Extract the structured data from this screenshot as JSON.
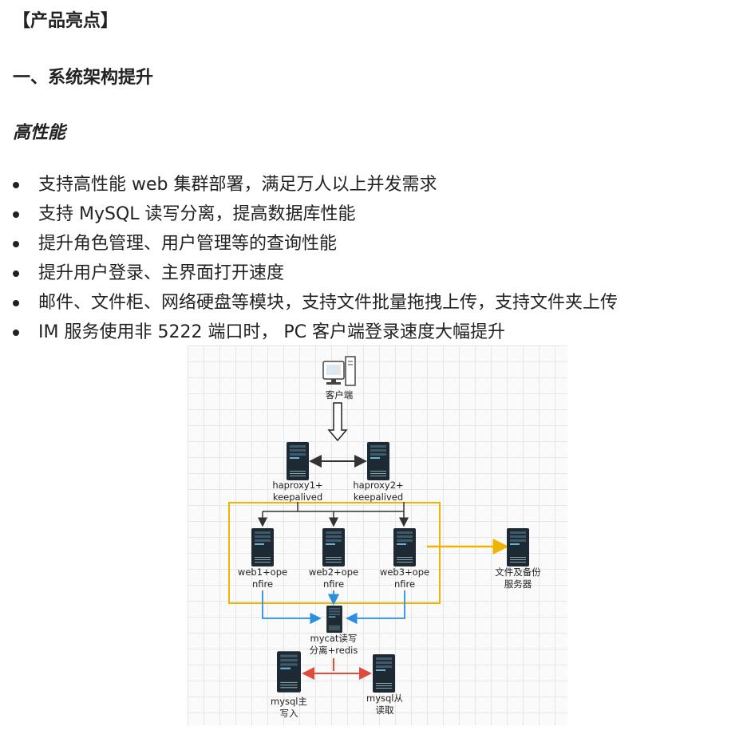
{
  "headings": {
    "bracket": "【产品亮点】",
    "section": "一、系统架构提升",
    "sub": "高性能"
  },
  "bullets": [
    "支持高性能 web 集群部署，满足万人以上并发需求",
    "支持 MySQL 读写分离，提高数据库性能",
    "提升角色管理、用户管理等的查询性能",
    "提升用户登录、主界面打开速度",
    "邮件、文件柜、网络硬盘等模块，支持文件批量拖拽上传，支持文件夹上传",
    "IM 服务使用非 5222 端口时， PC 客户端登录速度大幅提升"
  ],
  "diagram": {
    "client": "客户端",
    "haproxy1": [
      "haproxy1+",
      "keepalived"
    ],
    "haproxy2": [
      "haproxy2+",
      "keepalived"
    ],
    "web1": [
      "web1+ope",
      "nfire"
    ],
    "web2": [
      "web2+ope",
      "nfire"
    ],
    "web3": [
      "web3+ope",
      "nfire"
    ],
    "file_server": [
      "文件及备份",
      "服务器"
    ],
    "mycat": [
      "mycat读写",
      "分离+redis"
    ],
    "mysql_master": [
      "mysql主",
      "写入"
    ],
    "mysql_slave": [
      "mysql从",
      "读取"
    ],
    "colors": {
      "cluster_border": "#f0b400",
      "blue_link": "#2b8fe0",
      "red_link": "#e04b3c",
      "orange_link": "#f0b400",
      "server_body": "#1e2a33"
    }
  }
}
